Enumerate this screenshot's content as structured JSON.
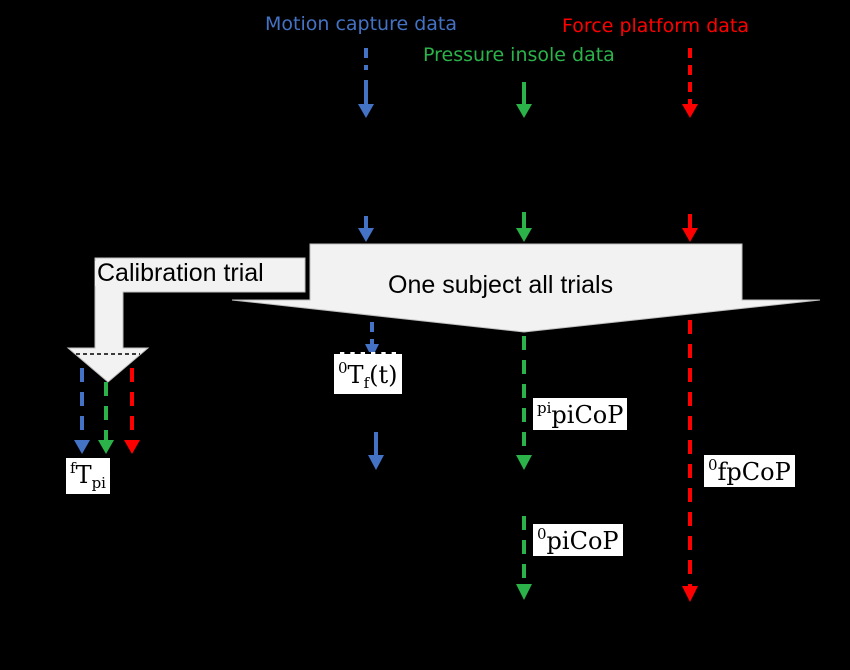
{
  "sources": {
    "motion": "Motion capture data",
    "pressure": "Pressure insole data",
    "force": "Force platform data"
  },
  "process": {
    "calibration": "Calibration trial",
    "all_trials": "One subject all trials"
  },
  "outputs": {
    "f_T_pi": {
      "sup": "f",
      "main": "T",
      "sub": "pi"
    },
    "zero_T_f": {
      "sup": "0",
      "main": "T",
      "sub": "f",
      "tail": "(t)"
    },
    "pi_piCoP": {
      "sup": "pi",
      "main": "piCoP"
    },
    "zero_piCoP": {
      "sup": "0",
      "main": "piCoP"
    },
    "zero_fpCoP": {
      "sup": "0",
      "main": "fpCoP"
    }
  },
  "colors": {
    "motion": "#4472c4",
    "pressure": "#2bb34a",
    "force": "#ff0000",
    "shape_fill": "#f2f2f2"
  }
}
